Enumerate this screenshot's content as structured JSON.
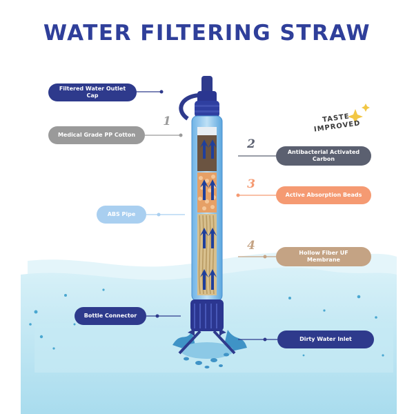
{
  "title": "WATER FILTERING STRAW",
  "badge": {
    "line1": "TASTE",
    "line2": "IMPROVED"
  },
  "steps": [
    "1",
    "2",
    "3",
    "4"
  ],
  "labels": {
    "outlet_cap": "Filtered Water Outlet Cap",
    "pp_cotton": "Medical Grade PP Cotton",
    "abs_pipe": "ABS Pipe",
    "bottle_connector": "Bottle Connector",
    "carbon_line1": "Antibacterial Activated",
    "carbon_line2": "Carbon",
    "beads": "Active Absorption Beads",
    "fiber_line1": "Hollow Fiber UF",
    "fiber_line2": "Membrane",
    "dirty_inlet": "Dirty Water Inlet"
  },
  "colors": {
    "title": "#2f3f9a",
    "navy": "#2e3a8c",
    "gray": "#9a9a9a",
    "slate": "#5b6070",
    "orange": "#f59a72",
    "light_blue": "#a9cff0",
    "tan": "#c4a384",
    "water": "#bfe6f2"
  }
}
